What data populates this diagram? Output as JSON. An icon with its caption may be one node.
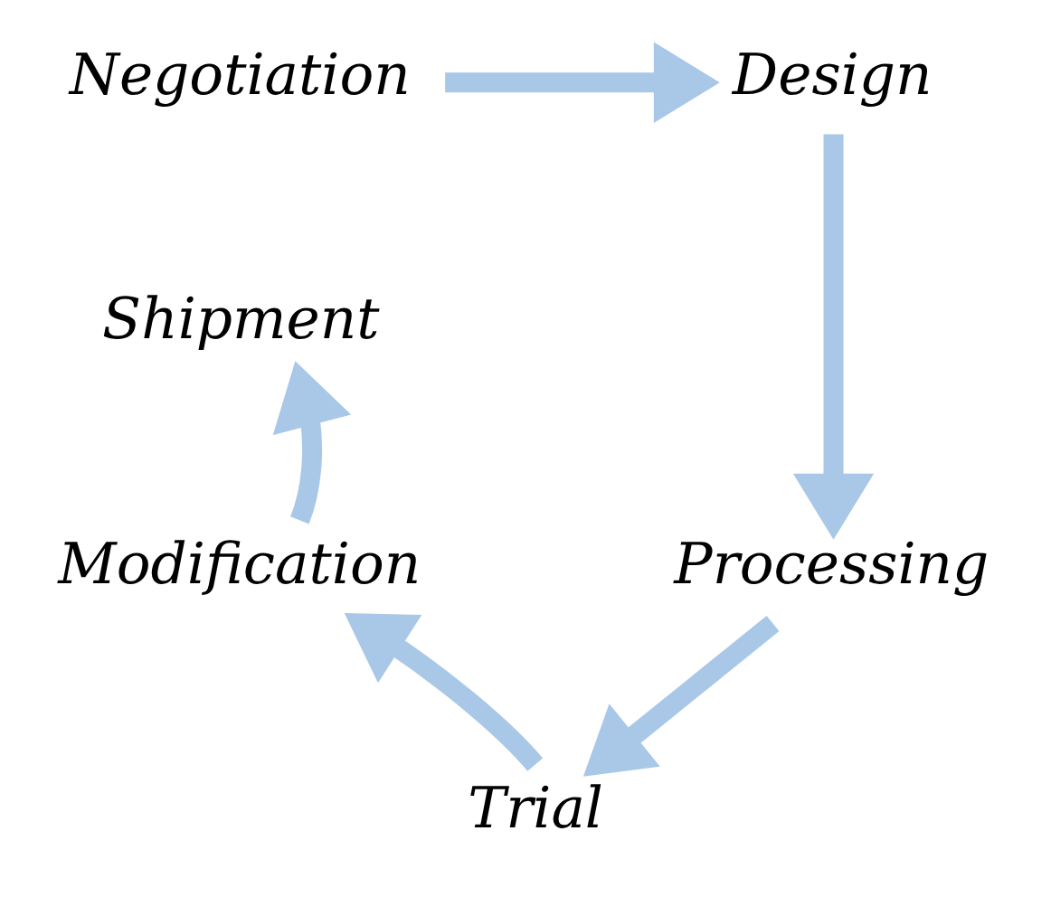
{
  "diagram": {
    "nodes": [
      {
        "text": [
          "Negotiation"
        ]
      },
      {
        "text": [
          "Design"
        ]
      },
      {
        "text": [
          "Processing"
        ]
      },
      {
        "text": [
          "Trial"
        ]
      },
      {
        "text": [
          "Modification"
        ]
      },
      {
        "text": [
          "Shipment"
        ]
      }
    ],
    "edges": [
      {
        "from": 0,
        "to": 1,
        "arrow": "to"
      },
      {
        "from": 1,
        "to": 2,
        "arrow": "to"
      },
      {
        "from": 2,
        "to": 3,
        "arrow": "to"
      },
      {
        "from": 3,
        "to": 4,
        "arrow": "to"
      },
      {
        "from": 4,
        "to": 5,
        "arrow": "to"
      }
    ]
  }
}
